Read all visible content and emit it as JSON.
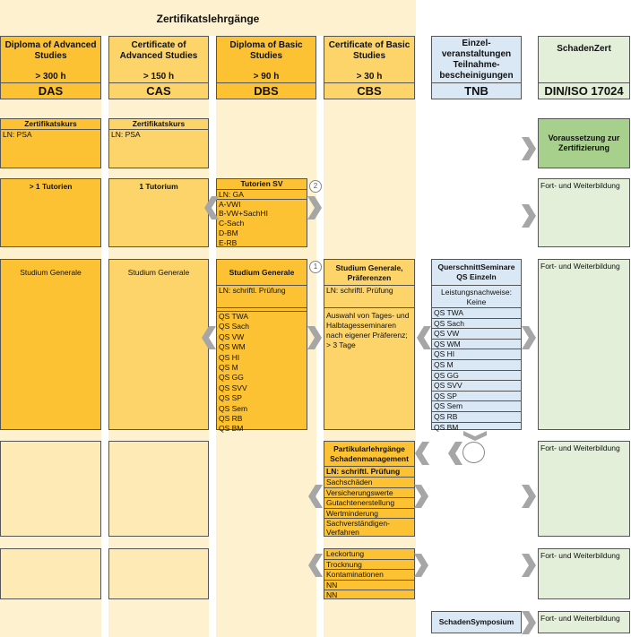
{
  "title": "Zertifikatslehrgänge",
  "columns": [
    {
      "name": "Diploma of Advanced Studies",
      "hours": "> 300 h",
      "abbr": "DAS"
    },
    {
      "name": "Certificate of Advanced Studies",
      "hours": "> 150 h",
      "abbr": "CAS"
    },
    {
      "name": "Diploma of Basic Studies",
      "hours": "> 90 h",
      "abbr": "DBS"
    },
    {
      "name": "Certificate of Basic Studies",
      "hours": "> 30 h",
      "abbr": "CBS"
    },
    {
      "name": "Einzel-veranstaltungen Teilnahme-bescheinigungen",
      "hours": "",
      "abbr": "TNB"
    },
    {
      "name": "SchadenZert",
      "hours": "",
      "abbr": "DIN/ISO 17024"
    }
  ],
  "row1": {
    "das": {
      "title": "Zertifikatskurs",
      "ln": "LN: PSA"
    },
    "cas": {
      "title": "Zertifikatskurs",
      "ln": "LN: PSA"
    },
    "zert": "Voraussetzung zur Zertifizierung"
  },
  "row2": {
    "das": "> 1 Tutorien",
    "cas": "1 Tutorium",
    "dbs": {
      "title": "Tutorien SV",
      "ln": "LN: GA",
      "items": [
        "A-VWI",
        "B-VW+SachHI",
        "C-Sach",
        "D-BM",
        "E-RB"
      ],
      "badge": "2"
    },
    "zert": "Fort- und Weiterbildung"
  },
  "row3": {
    "das": "Studium Generale",
    "cas": "Studium Generale",
    "dbs": {
      "title": "Studium Generale",
      "ln": "LN: schriftl. Prüfung",
      "items": [
        "QS TWA",
        "QS Sach",
        "QS VW",
        "QS WM",
        "QS HI",
        "QS M",
        "QS GG",
        "QS SVV",
        "QS SP",
        "QS Sem",
        "QS RB",
        "QS BM"
      ],
      "badge": "1"
    },
    "cbs": {
      "title": "Studium Generale, Präferenzen",
      "ln": "LN: schriftl. Prüfung",
      "text": "Auswahl von Tages- und Halbtagesseminaren nach eigener Präferenz; > 3 Tage"
    },
    "tnb": {
      "title": "QuerschnittSeminare QS Einzeln",
      "ln": "Leistungsnachweise: Keine",
      "items": [
        "QS TWA",
        "QS Sach",
        "QS VW",
        "QS WM",
        "QS HI",
        "QS M",
        "QS GG",
        "QS SVV",
        "QS SP",
        "QS Sem",
        "QS RB",
        "QS BM"
      ]
    },
    "zert": "Fort- und Weiterbildung"
  },
  "row4": {
    "cbs": {
      "title": "Partikularlehrgänge Schadenmanagement",
      "ln": "LN: schriftl. Prüfung",
      "items": [
        "Sachschäden",
        "Versicherungswerte",
        "Gutachtenerstellung",
        "Wertminderung",
        "Sachverständigen-Verfahren"
      ]
    },
    "zert": "Fort- und Weiterbildung"
  },
  "row5": {
    "cbs": {
      "items": [
        "Leckortung",
        "Trocknung",
        "Kontaminationen",
        "NN",
        "NN"
      ]
    },
    "zert": "Fort- und Weiterbildung"
  },
  "row6": {
    "tnb": "SchadenSymposium",
    "zert": "Fort- und Weiterbildung"
  },
  "colors": {
    "dark": "#fdc233",
    "mid": "#fdd46a",
    "light": "#feeab4",
    "background": "#fdf1cf",
    "blue": "#dae8f5",
    "green": "#e3efd9",
    "green_dark": "#a8d08d",
    "chevron": "#a6a6a6"
  }
}
